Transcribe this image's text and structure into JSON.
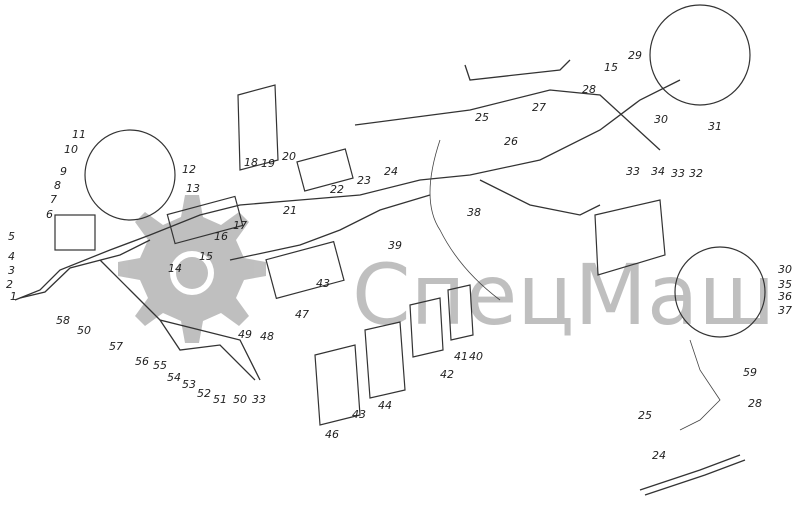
{
  "watermark": {
    "text": "СпецМаш",
    "icon": "gear-icon",
    "color": "#b5b5b5"
  },
  "labels": [
    "1",
    "2",
    "3",
    "4",
    "5",
    "6",
    "7",
    "8",
    "9",
    "10",
    "11",
    "12",
    "13",
    "14",
    "15",
    "16",
    "17",
    "18",
    "19",
    "20",
    "21",
    "22",
    "23",
    "24",
    "25",
    "26",
    "27",
    "28",
    "29",
    "15",
    "30",
    "31",
    "33",
    "34",
    "33",
    "32",
    "38",
    "39",
    "43",
    "47",
    "48",
    "49",
    "50",
    "57",
    "58",
    "56",
    "55",
    "54",
    "53",
    "52",
    "51",
    "50",
    "33",
    "46",
    "43",
    "44",
    "42",
    "41",
    "40",
    "30",
    "35",
    "36",
    "37",
    "59",
    "28",
    "25",
    "24"
  ]
}
